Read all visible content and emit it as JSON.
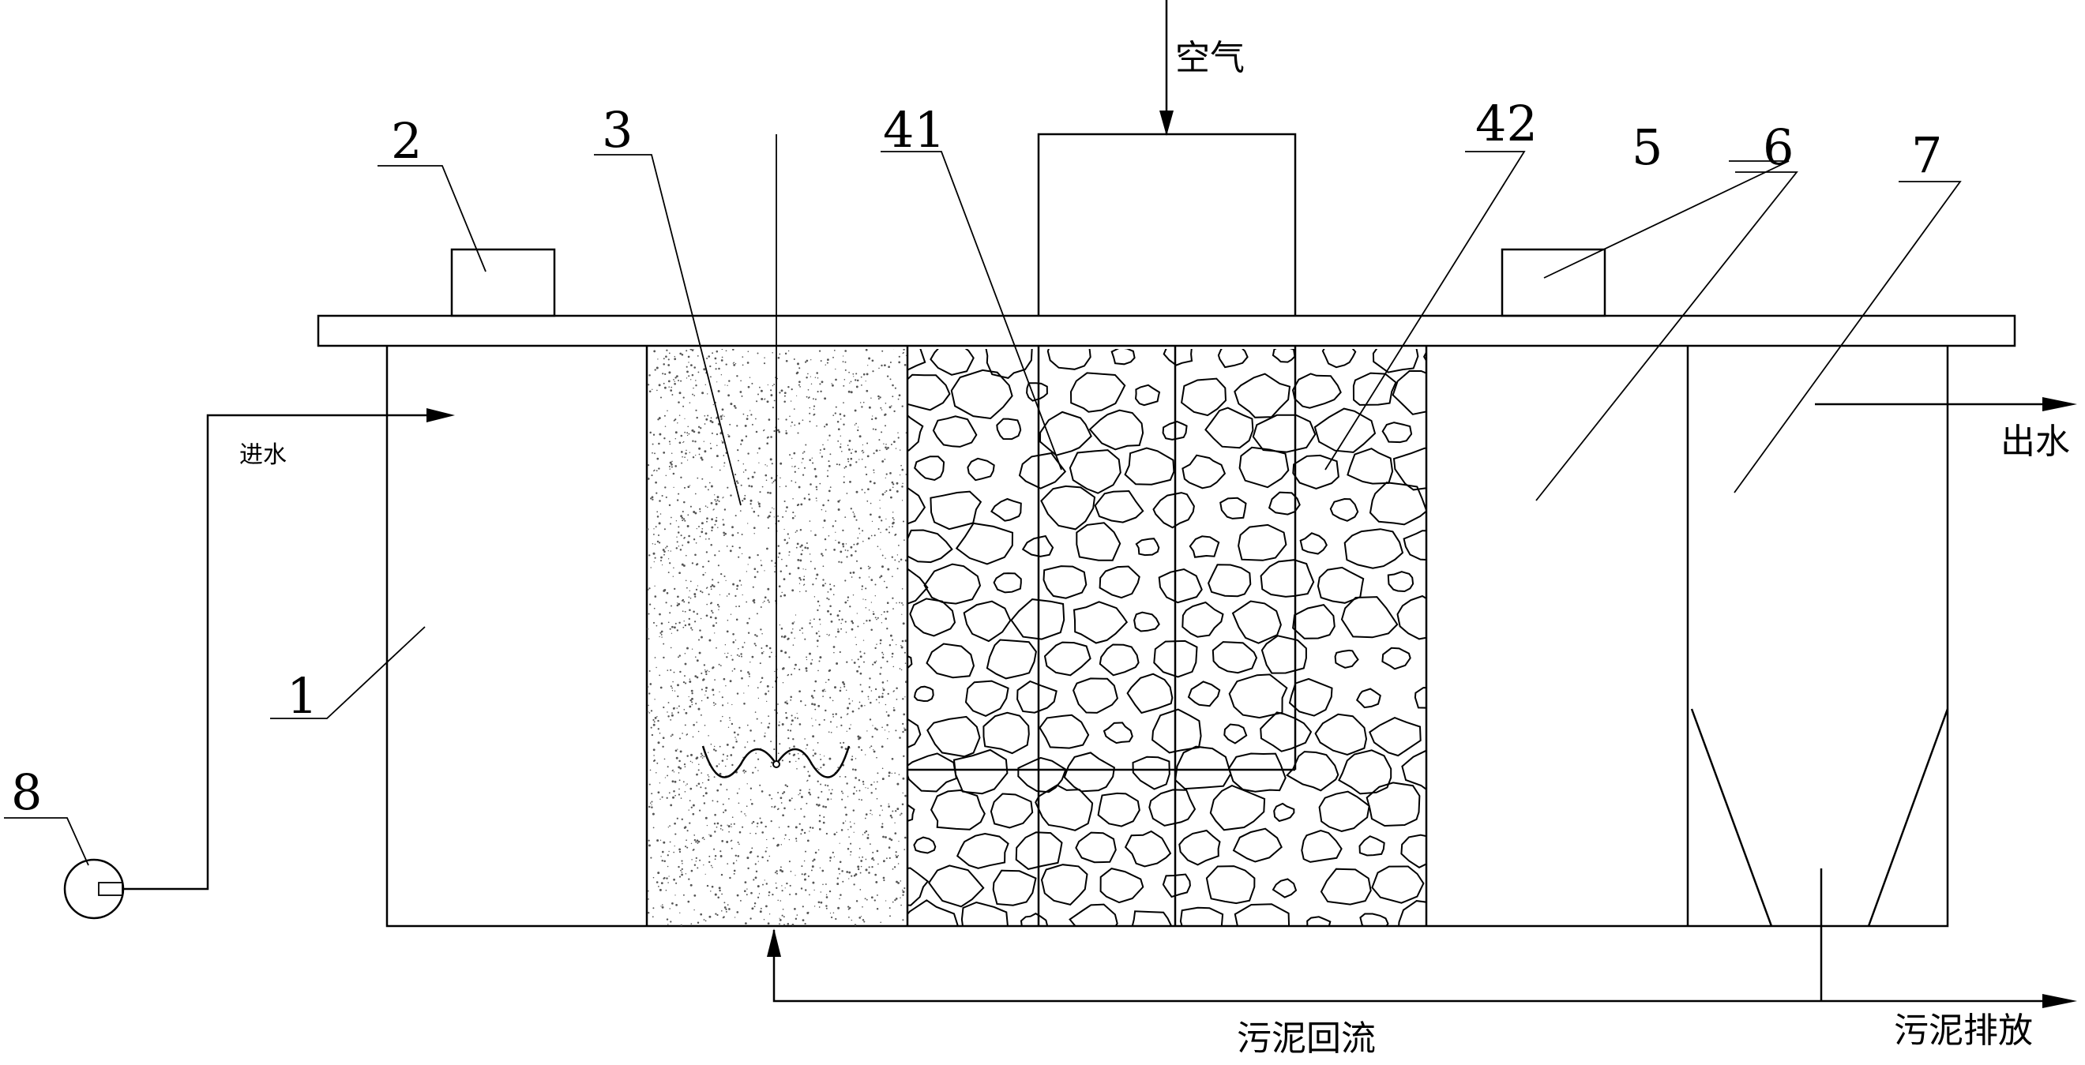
{
  "diagram": {
    "labels": {
      "air": "空气",
      "inlet": "进水",
      "outlet": "出水",
      "sludge_return": "污泥回流",
      "sludge_discharge": "污泥排放"
    },
    "part_numbers": [
      "1",
      "2",
      "3",
      "41",
      "42",
      "5",
      "6",
      "7",
      "8"
    ],
    "colors": {
      "line": "#000000",
      "background": "#ffffff"
    },
    "fills": {
      "zone_3": "speckled",
      "zone_4": "filler-stones"
    }
  }
}
